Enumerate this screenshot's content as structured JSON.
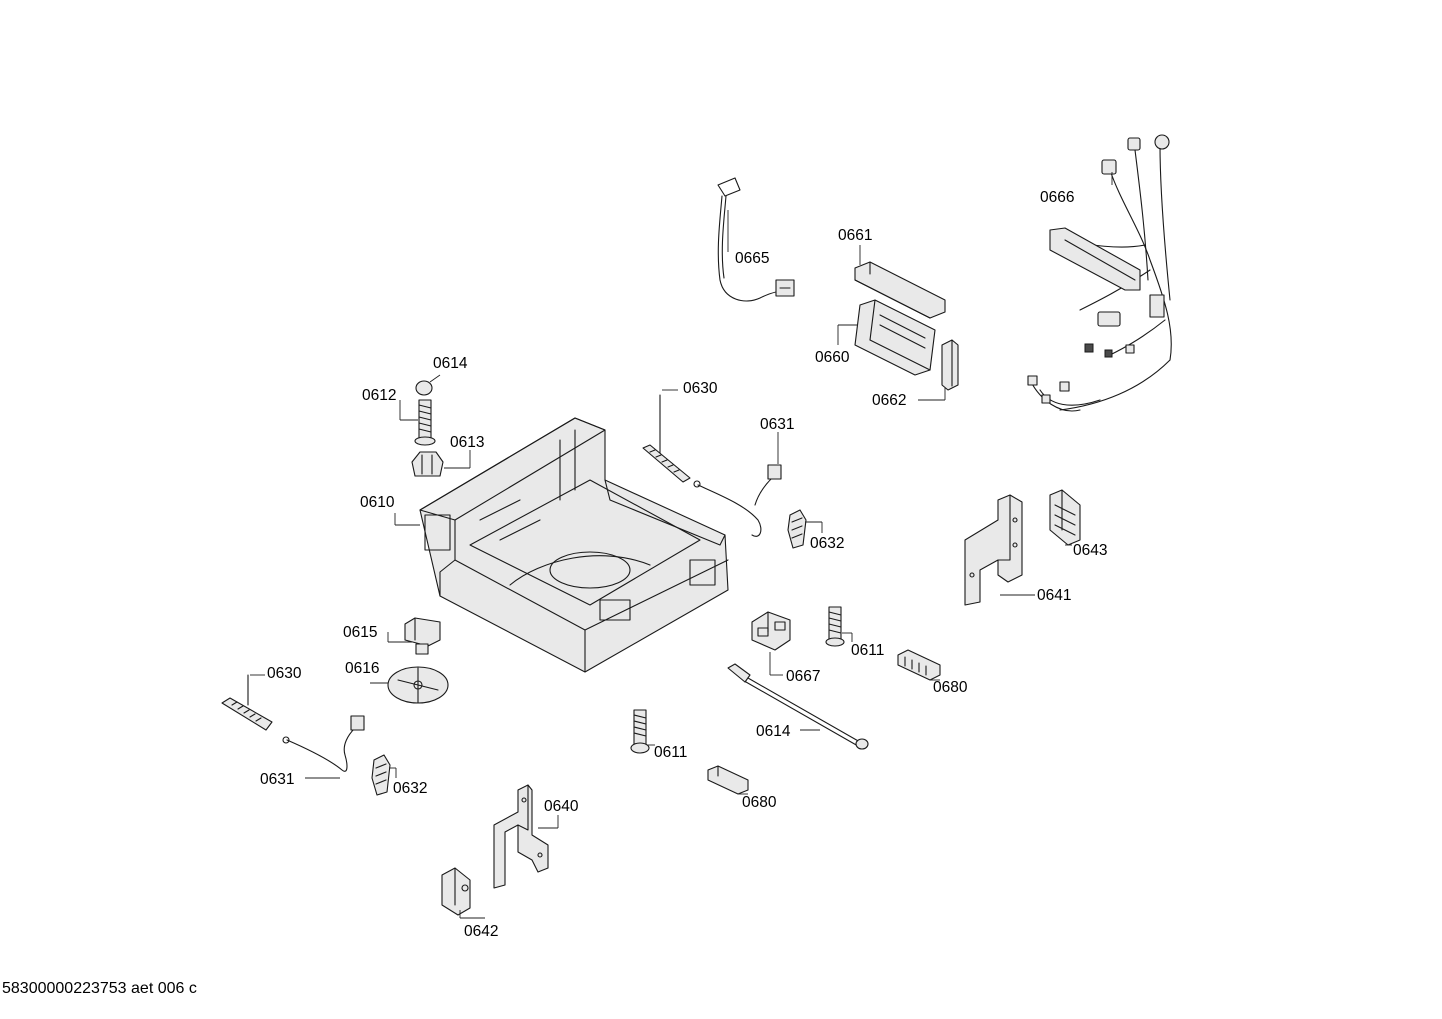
{
  "footer": {
    "document_id": "58300000223753 aet 006 c"
  },
  "labels": {
    "l0666": "0666",
    "l0665": "0665",
    "l0661": "0661",
    "l0660": "0660",
    "l0662": "0662",
    "l0614a": "0614",
    "l0612": "0612",
    "l0613": "0613",
    "l0630a": "0630",
    "l0631a": "0631",
    "l0610": "0610",
    "l0632a": "0632",
    "l0643": "0643",
    "l0641": "0641",
    "l0615": "0615",
    "l0616": "0616",
    "l0630b": "0630",
    "l0611a": "0611",
    "l0667": "0667",
    "l0680a": "0680",
    "l0614b": "0614",
    "l0611b": "0611",
    "l0631b": "0631",
    "l0632b": "0632",
    "l0680b": "0680",
    "l0640": "0640",
    "l0642": "0642"
  }
}
